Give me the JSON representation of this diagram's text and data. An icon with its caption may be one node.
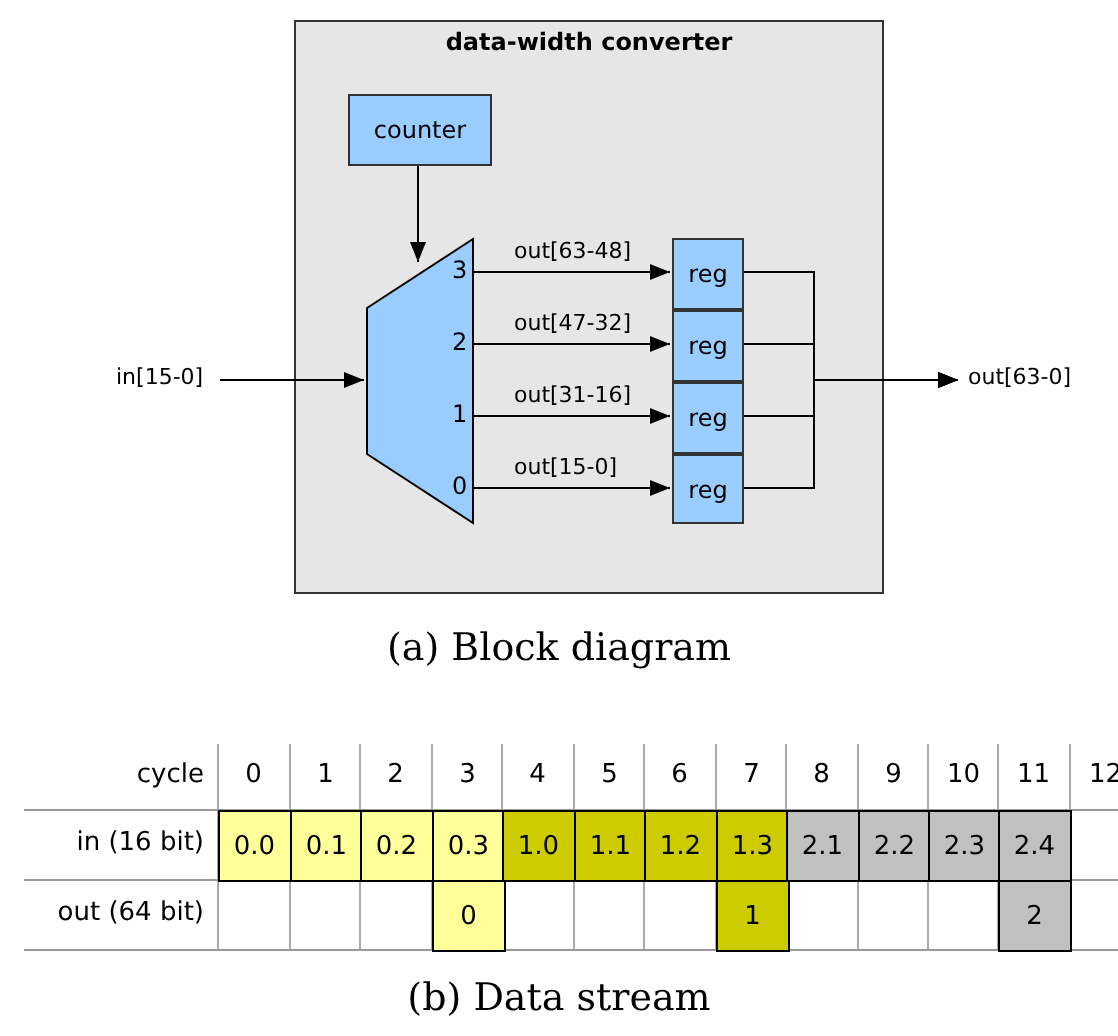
{
  "diagram": {
    "nodes": [
      {
        "text": [
          "data-width converter"
        ]
      },
      {
        "text": [
          "counter"
        ],
        "in": 0
      },
      {
        "text": [],
        "shape": "trapezoid",
        "in": 0
      },
      {
        "text": [
          "reg"
        ],
        "in": 0
      },
      {
        "text": [
          "reg"
        ],
        "in": 0
      },
      {
        "text": [
          "reg"
        ],
        "in": 0
      },
      {
        "text": [
          "reg"
        ],
        "in": 0
      },
      {
        "text": [
          "in[15-0]"
        ]
      },
      {
        "text": [
          "out[63-0]"
        ]
      }
    ],
    "edges": [
      {
        "from": 1,
        "to": 2,
        "arrow": "to"
      },
      {
        "from": 7,
        "to": 2,
        "arrow": "to"
      },
      {
        "from": 2,
        "to": 3,
        "arrow": "to",
        "label": "out[63-48]"
      },
      {
        "from": 2,
        "to": 4,
        "arrow": "to",
        "label": "out[47-32]"
      },
      {
        "from": 2,
        "to": 5,
        "arrow": "to",
        "label": "out[31-16]"
      },
      {
        "from": 2,
        "to": 6,
        "arrow": "to",
        "label": "out[15-0]"
      },
      {
        "from": 3,
        "to": 8,
        "arrow": "to"
      },
      {
        "from": 4,
        "to": 8,
        "arrow": "to"
      },
      {
        "from": 5,
        "to": 8,
        "arrow": "to"
      },
      {
        "from": 6,
        "to": 8,
        "arrow": "to"
      }
    ],
    "labels": [
      "3",
      "2",
      "1",
      "0",
      "(a) Block diagram",
      "cycle",
      "0",
      "1",
      "2",
      "3",
      "4",
      "5",
      "6",
      "7",
      "8",
      "9",
      "10",
      "11",
      "12",
      "in (16 bit)",
      "0.0",
      "0.1",
      "0.2",
      "0.3",
      "1.0",
      "1.1",
      "1.2",
      "1.3",
      "2.1",
      "2.2",
      "2.3",
      "2.4",
      "out (64 bit)",
      "0",
      "1",
      "2",
      "(b) Data stream"
    ]
  }
}
